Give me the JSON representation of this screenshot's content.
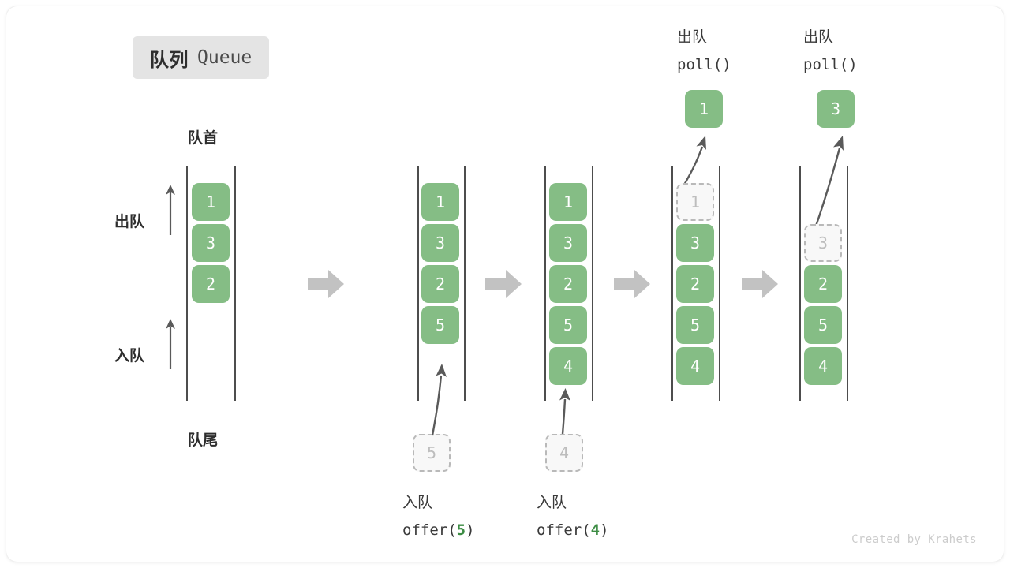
{
  "title": {
    "cn": "队列",
    "en": "Queue"
  },
  "labels": {
    "front": "队首",
    "rear": "队尾",
    "dequeue": "出队",
    "enqueue": "入队"
  },
  "colors": {
    "cell_green": "#85bd85",
    "cell_text": "#ffffff",
    "ghost_fill": "#f8f8f8",
    "ghost_border": "#b9b9b9",
    "ghost_text": "#bdbdbd",
    "rail": "#4d4d4d",
    "step_arrow": "#c2c2c2",
    "thin_arrow": "#5a5a5a",
    "badge_bg": "#e4e4e4",
    "accent_num": "#3c8c43",
    "credit": "#cccccc"
  },
  "credit": "Created by Krahets",
  "stages": [
    {
      "id": "initial",
      "cells": [
        "1",
        "3",
        "2"
      ],
      "caption_cn": "",
      "caption_code": ""
    },
    {
      "id": "offer-5",
      "cells": [
        "1",
        "3",
        "2",
        "5"
      ],
      "caption_cn": "入队",
      "caption_code_prefix": "offer(",
      "caption_code_num": "5",
      "caption_code_suffix": ")",
      "incoming": "5"
    },
    {
      "id": "offer-4",
      "cells": [
        "1",
        "3",
        "2",
        "5",
        "4"
      ],
      "caption_cn": "入队",
      "caption_code_prefix": "offer(",
      "caption_code_num": "4",
      "caption_code_suffix": ")",
      "incoming": "4"
    },
    {
      "id": "poll-1",
      "cells": [
        "1",
        "3",
        "2",
        "5",
        "4"
      ],
      "removed": "1",
      "header_cn": "出队",
      "header_code": "poll()"
    },
    {
      "id": "poll-3",
      "cells": [
        "3",
        "2",
        "5",
        "4"
      ],
      "removed": "3",
      "header_cn": "出队",
      "header_code": "poll()"
    }
  ],
  "chart_data": {
    "type": "diagram",
    "title": "队列 Queue",
    "description": "Queue FIFO operations: offer(5), offer(4), poll() -> 1, poll() -> 3",
    "stage_contents": [
      [
        "1",
        "3",
        "2"
      ],
      [
        "1",
        "3",
        "2",
        "5"
      ],
      [
        "1",
        "3",
        "2",
        "5",
        "4"
      ],
      [
        "3",
        "2",
        "5",
        "4"
      ],
      [
        "2",
        "5",
        "4"
      ]
    ]
  }
}
